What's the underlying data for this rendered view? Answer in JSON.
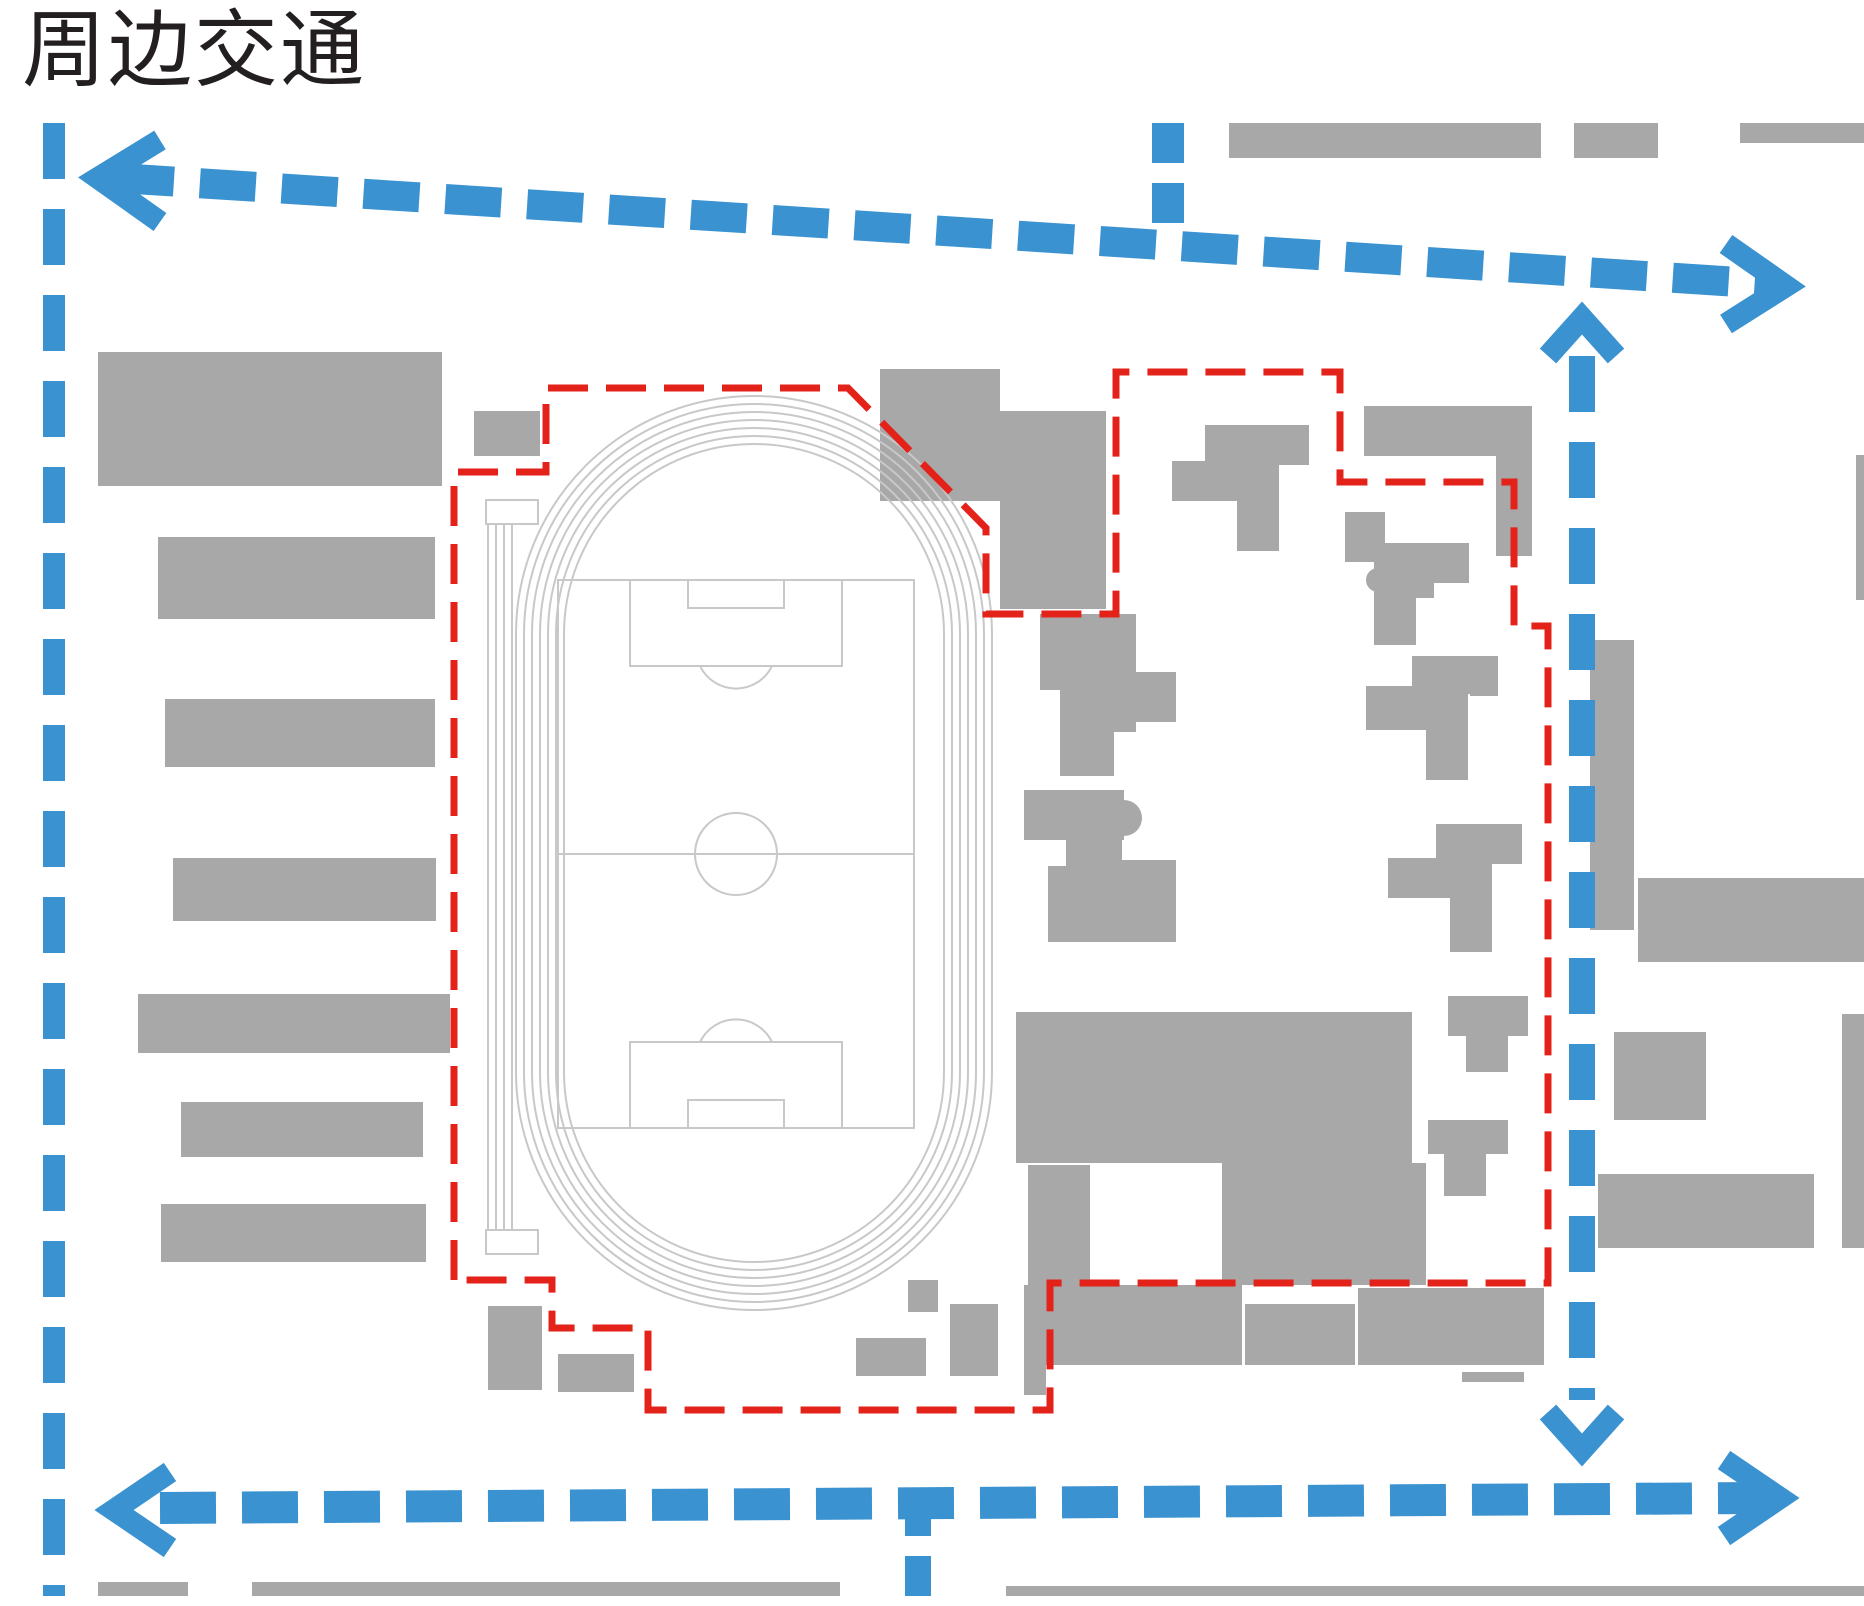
{
  "title": "周边交通",
  "colors": {
    "road": "#3a92d0",
    "boundary": "#e32219",
    "building": "#a8a8a8",
    "track": "#c8c8c8",
    "background": "#ffffff",
    "title": "#231f20"
  },
  "legend_items": [],
  "map_features": {
    "roads": [
      "north-road",
      "south-road",
      "west-road",
      "east-road",
      "north-connector",
      "south-connector"
    ],
    "site_boundary": "site-boundary",
    "sports_field": "running-track-with-football-pitch"
  }
}
